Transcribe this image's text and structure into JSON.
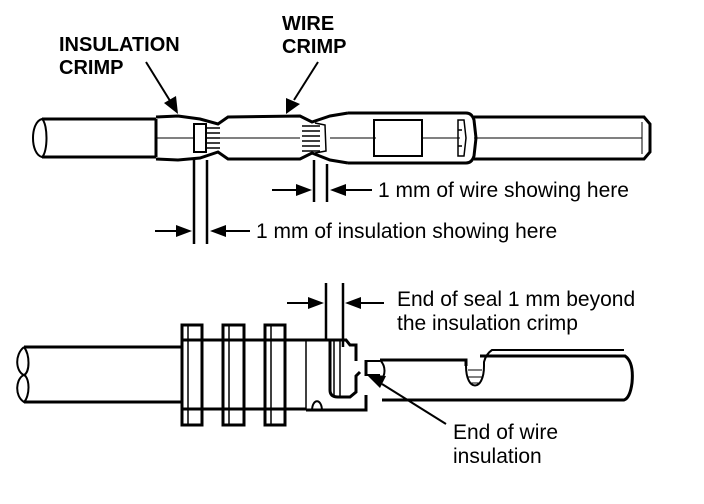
{
  "diagram": {
    "top_view": {
      "labels": {
        "insulation_crimp": [
          "INSULATION",
          "CRIMP"
        ],
        "wire_crimp": [
          "WIRE",
          "CRIMP"
        ],
        "wire_showing": "1 mm of wire showing here",
        "insulation_showing": "1 mm of insulation showing here"
      }
    },
    "bottom_view": {
      "labels": {
        "seal_end": [
          "End of seal 1 mm beyond",
          "the insulation crimp"
        ],
        "wire_insulation_end": [
          "End of wire",
          "insulation"
        ]
      }
    },
    "colors": {
      "ink": "#000000",
      "background": "#ffffff"
    }
  }
}
